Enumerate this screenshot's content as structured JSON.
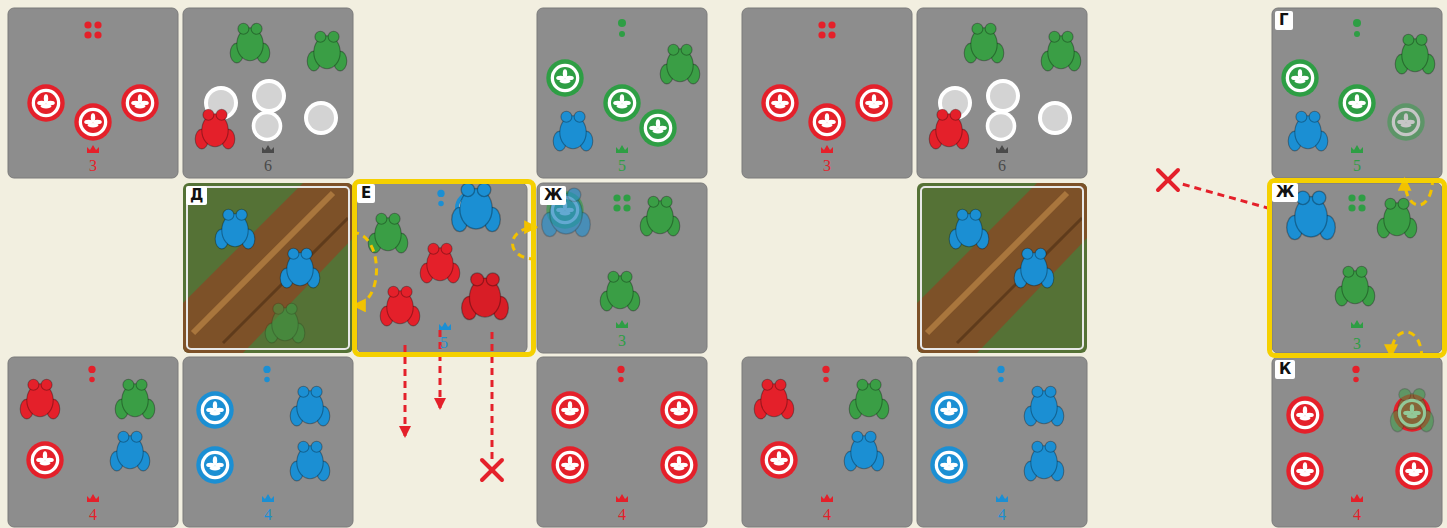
{
  "diagram": {
    "nodes": [
      {
        "text": [
          "3"
        ]
      },
      {
        "text": [
          "6"
        ]
      },
      {
        "text": [
          "5"
        ]
      },
      {
        "text": [
          "Д"
        ]
      },
      {
        "text": [
          "Е",
          "5"
        ]
      },
      {
        "text": [
          "Ж",
          "3"
        ]
      },
      {
        "text": [
          "4"
        ]
      },
      {
        "text": [
          "4"
        ]
      },
      {
        "text": [
          "4"
        ]
      },
      {
        "text": [
          "3"
        ]
      },
      {
        "text": [
          "6"
        ]
      },
      {
        "text": [
          "Г",
          "5"
        ]
      },
      {
        "text": [
          "Ж",
          "3"
        ]
      },
      {
        "text": [
          "4"
        ]
      },
      {
        "text": [
          "4"
        ]
      },
      {
        "text": [
          "К",
          "4"
        ]
      }
    ],
    "edges": [
      {
        "from": 4,
        "to": 3,
        "arrow": "to"
      },
      {
        "from": 4,
        "to": 5,
        "arrow": "to"
      },
      {
        "from": 12,
        "to": 11,
        "arrow": "to"
      },
      {
        "from": 12,
        "to": 15,
        "arrow": "to"
      }
    ]
  }
}
